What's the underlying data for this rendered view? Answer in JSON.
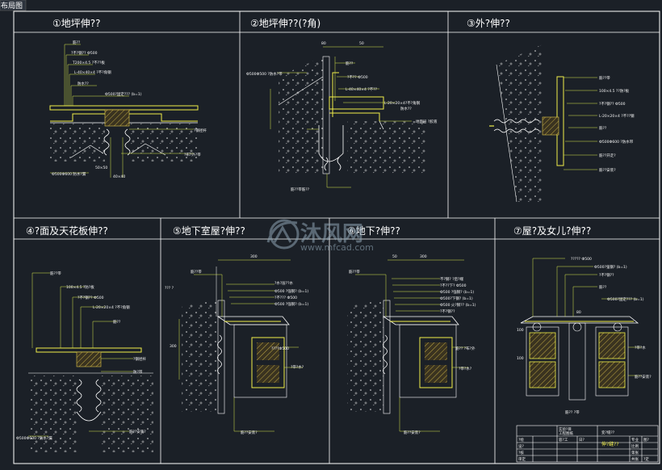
{
  "window": {
    "tab_title": "布局图"
  },
  "panels": [
    {
      "title": "①地坪伸??",
      "labels": [
        "筋??",
        "?不?钢??  Ф500",
        "Т200×4.5 ?不??板",
        "L-40×40×4 ?不?角钢",
        "防水??",
        "Ф500?固定???  (b=1)",
        "?钢径杆",
        "?布?外?带",
        "Ф500Ф600 防水?漏",
        "50×50",
        "40×40"
      ]
    },
    {
      "title": "②地坪伸??(?角)",
      "labels": [
        "Ф500Ф500 ?防水?带",
        "筋??",
        "?不??  Ф500",
        "L-40×40×4 ?不??",
        "L-20×20×4?不?角钢",
        "防水??",
        "地面层 ?胶液",
        "筋??带筋??",
        "80",
        "50"
      ]
    },
    {
      "title": "③外?伸??",
      "labels": [
        "筋??带",
        "100×4.5 ??防?板",
        "?不?钢??  Ф500",
        "L-20×20×4 ?不??钢",
        "筋??",
        "Ф500Ф600 ?防水带",
        "筋??开走?",
        "筋??安装?"
      ]
    },
    {
      "title": "④?面及天花板伸??",
      "labels": [
        "筋??带",
        "100×4.5 ?防?板",
        "?不?钢??  Ф500",
        "L-20×20×4 ?不?角钢",
        "筋??",
        "?钢径杆",
        "防?带",
        "Ф500Ф600 ?防水?漏",
        "筋??安装?"
      ]
    },
    {
      "title": "⑤地下室屋?伸??",
      "labels": [
        "筋??带",
        "??? ?",
        "?水?层??水",
        "Ф500 ?强钢? (b=1)",
        "?不??? Ф500",
        "Ф500 ?强钢? (b=1)",
        "????Ф500",
        "?带?水?",
        "筋??安装?",
        "300",
        "300"
      ]
    },
    {
      "title": "⑥地下?伸??",
      "labels": [
        "筋??带",
        "不?钢?  ?后?端",
        "?不??下?  Ф500",
        "Ф500 ?强钢? (b=1)",
        "Ф500?下钢? (b=1)",
        "Ф500 火?钢?? (b=1)",
        "?不?钢??",
        "筋??  ?布?外",
        "?带?水?",
        "筋??安装?",
        "50",
        "300"
      ]
    },
    {
      "title": "⑦屋?及女儿?伸??",
      "labels": [
        "?????  Ф500",
        "Ф500?强钢? (b=1)",
        "?不?钢??",
        "筋??",
        "Ф500?固定??? (b=1)",
        "?带?水",
        "筋??安装?",
        "筋??  ?带",
        "100",
        "80",
        "100"
      ]
    }
  ],
  "title_block": {
    "project": "实验?目",
    "drawing": "工程图纸",
    "drawing_name": "伸?缝??",
    "code": "变?缝??",
    "rows": [
      "?绘",
      "设?",
      "?核",
      "审定"
    ],
    "cells": [
      "容?工",
      "日?",
      "专业",
      "图?",
      "比例",
      "第张",
      "共张",
      "?定"
    ]
  },
  "watermark": {
    "brand": "沐风网",
    "url": "www.mfcad.com"
  },
  "colors": {
    "background": "#1b2027",
    "frame": "#ffffff",
    "profile": "#f0ee4a",
    "leader": "#d9e64a",
    "concrete": "#ffffff",
    "insulation": "#7a6a3a"
  }
}
